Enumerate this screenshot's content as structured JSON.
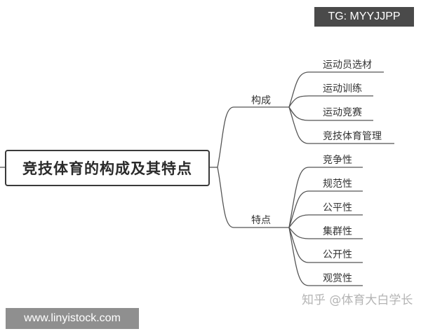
{
  "root": {
    "title": "竞技体育的构成及其特点"
  },
  "branches": [
    {
      "label": "构成",
      "children": [
        "运动员选材",
        "运动训练",
        "运动竞赛",
        "竞技体育管理"
      ]
    },
    {
      "label": "特点",
      "children": [
        "竞争性",
        "规范性",
        "公平性",
        "集群性",
        "公开性",
        "观赏性"
      ]
    }
  ],
  "watermark": "知乎 @体育大白学长",
  "badge_top": "TG: MYYJJPP",
  "badge_bottom": "www.linyistock.com"
}
